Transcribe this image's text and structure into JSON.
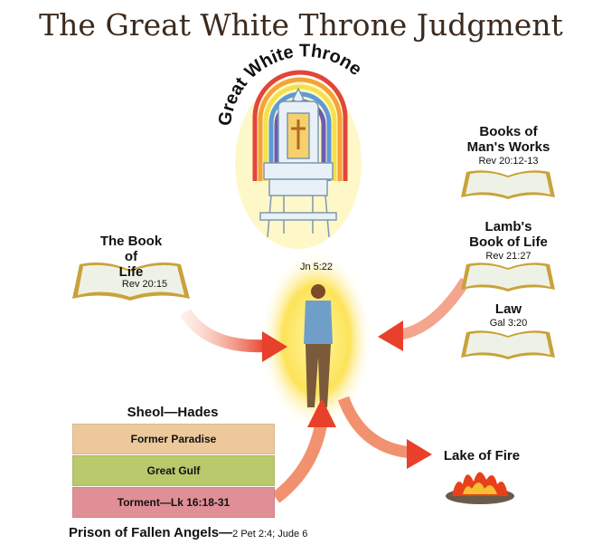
{
  "title": "The Great White Throne Judgment",
  "throne": {
    "label": "Great White Throne"
  },
  "center": {
    "ref": "Jn 5:22"
  },
  "book_of_life": {
    "title_lines": [
      "The Book",
      "of",
      "Life"
    ],
    "ref": "Rev 20:15"
  },
  "books_of_works": {
    "title_lines": [
      "Books of",
      "Man's Works"
    ],
    "ref": "Rev 20:12-13"
  },
  "lambs_book": {
    "title_lines": [
      "Lamb's",
      "Book of Life"
    ],
    "ref": "Rev 21:27"
  },
  "law": {
    "title": "Law",
    "ref": "Gal 3:20"
  },
  "sheol": {
    "title": "Sheol—Hades",
    "layers": [
      {
        "label": "Former Paradise",
        "color": "#edc89b"
      },
      {
        "label": "Great Gulf",
        "color": "#b9c96b"
      },
      {
        "label": "Torment—Lk 16:18-31",
        "color": "#e08f96"
      }
    ]
  },
  "prison": {
    "title": "Prison of Fallen Angels—",
    "ref": "2 Pet 2:4; Jude 6"
  },
  "lake": {
    "title": "Lake of Fire"
  }
}
